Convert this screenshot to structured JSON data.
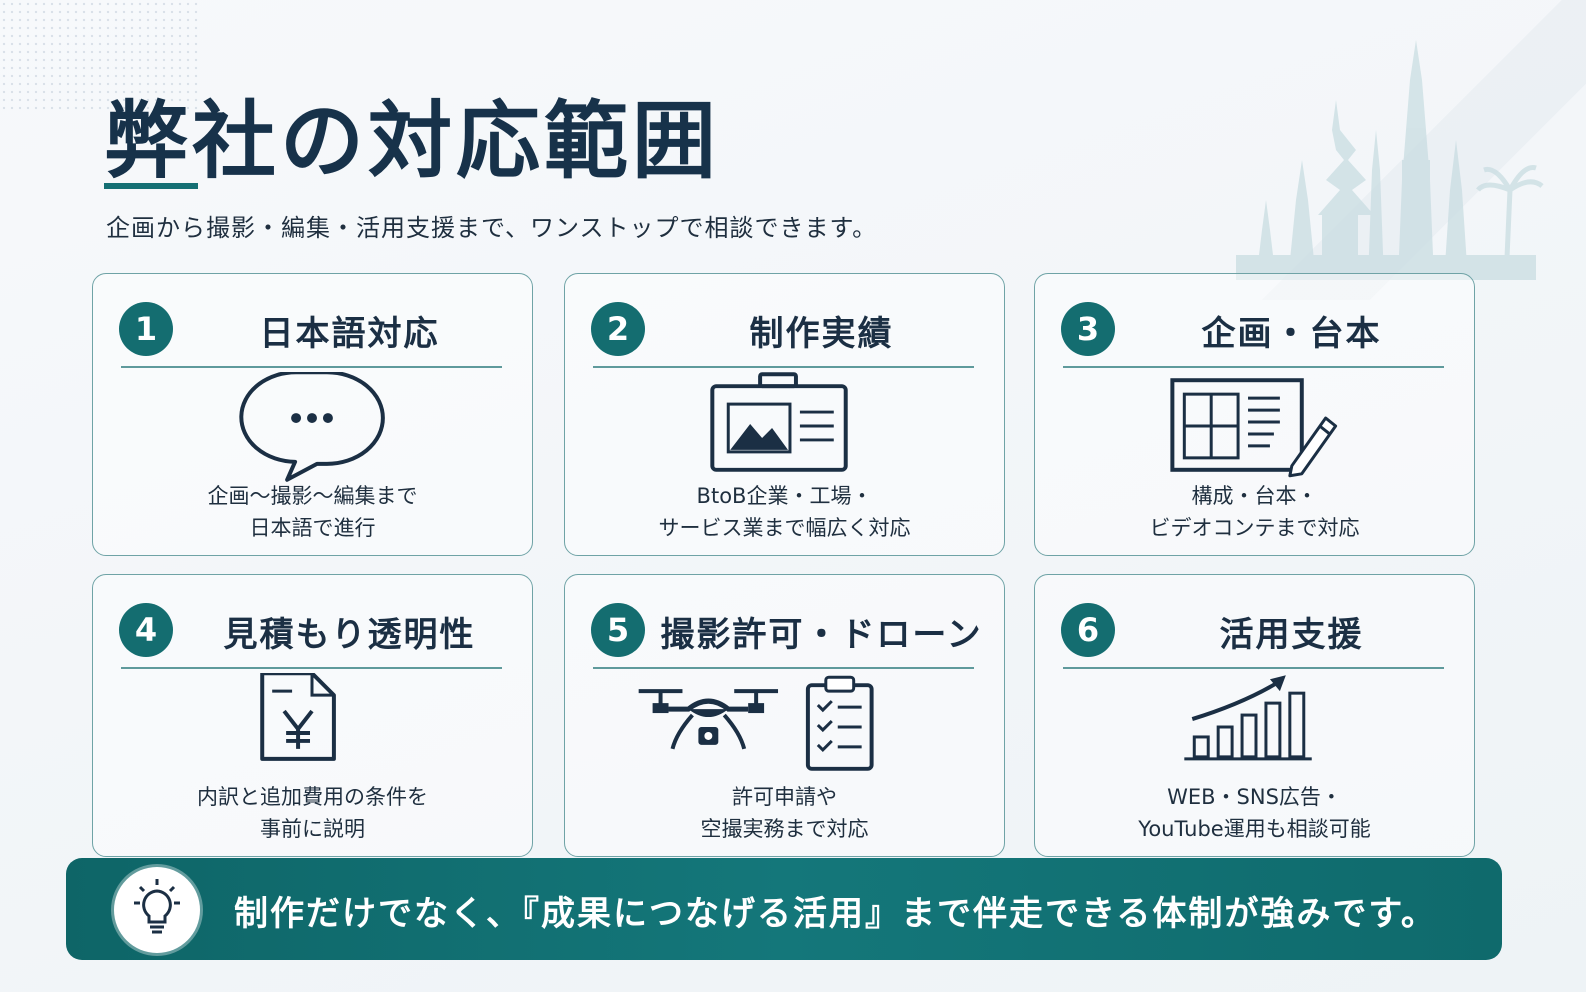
{
  "header": {
    "title": "弊社の対応範囲",
    "subtitle": "企画から撮影・編集・活用支援まで、ワンストップで相談できます。"
  },
  "cards": [
    {
      "number": "1",
      "title": "日本語対応",
      "desc": "企画〜撮影〜編集まで\n日本語で進行",
      "icon": "speech-bubble-icon"
    },
    {
      "number": "2",
      "title": "制作実績",
      "desc": "BtoB企業・工場・\nサービス業まで幅広く対応",
      "icon": "portfolio-case-icon"
    },
    {
      "number": "3",
      "title": "企画・台本",
      "desc": "構成・台本・\nビデオコンテまで対応",
      "icon": "storyboard-pencil-icon"
    },
    {
      "number": "4",
      "title": "見積もり透明性",
      "desc": "内訳と追加費用の条件を\n事前に説明",
      "icon": "yen-document-icon"
    },
    {
      "number": "5",
      "title": "撮影許可・ドローン",
      "desc": "許可申請や\n空撮実務まで対応",
      "icon": "drone-checklist-icon"
    },
    {
      "number": "6",
      "title": "活用支援",
      "desc": "WEB・SNS広告・\nYouTube運用も相談可能",
      "icon": "growth-chart-icon"
    }
  ],
  "banner": {
    "text": "制作だけでなく、『成果につなげる活用』まで伴走できる体制が強みです。",
    "icon": "lightbulb-icon"
  },
  "colors": {
    "accent": "#146d70",
    "navy": "#17324a",
    "border": "#6fa3a6"
  }
}
